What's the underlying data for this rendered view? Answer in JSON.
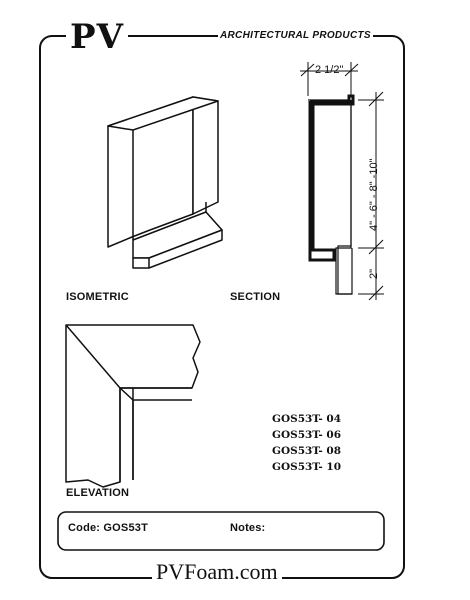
{
  "header": {
    "brand": "PV",
    "tagline": "ARCHITECTURAL PRODUCTS"
  },
  "views": {
    "isometric_label": "ISOMETRIC",
    "section_label": "SECTION",
    "elevation_label": "ELEVATION"
  },
  "dimensions": {
    "width": "2 1/2\"",
    "heights": "4\" - 6\" - 8\" -10\"",
    "base": "2\""
  },
  "product_codes": [
    "GOS53T- 04",
    "GOS53T- 06",
    "GOS53T- 08",
    "GOS53T- 10"
  ],
  "footer": {
    "code_label": "Code: GOS53T",
    "notes_label": "Notes:",
    "website": "PVFoam.com"
  }
}
